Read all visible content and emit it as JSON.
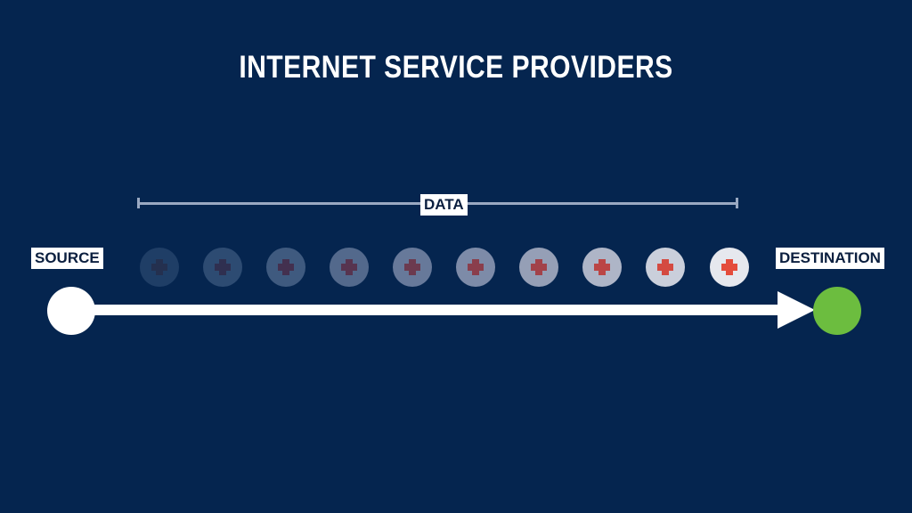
{
  "title": "INTERNET SERVICE PROVIDERS",
  "bracket": {
    "label": "DATA",
    "color": "#9aa9c2"
  },
  "source": {
    "label": "SOURCE",
    "color": "#ffffff"
  },
  "destination": {
    "label": "DESTINATION",
    "color": "#6cbd3f"
  },
  "background_color": "#05254f",
  "packets": [
    {
      "icon": "plus-icon",
      "bg": "#1f3e66",
      "fg": "#24304f"
    },
    {
      "icon": "plus-icon",
      "bg": "#2d4b72",
      "fg": "#2f2f50"
    },
    {
      "icon": "plus-icon",
      "bg": "#3f5a7f",
      "fg": "#43304f"
    },
    {
      "icon": "plus-icon",
      "bg": "#53698c",
      "fg": "#57344f"
    },
    {
      "icon": "plus-icon",
      "bg": "#67799a",
      "fg": "#6c3a4f"
    },
    {
      "icon": "plus-icon",
      "bg": "#7d8ba8",
      "fg": "#8a3e4c"
    },
    {
      "icon": "plus-icon",
      "bg": "#959fb6",
      "fg": "#a2424a"
    },
    {
      "icon": "plus-icon",
      "bg": "#aeb5c7",
      "fg": "#bb4545"
    },
    {
      "icon": "plus-icon",
      "bg": "#cacfdb",
      "fg": "#d44a41"
    },
    {
      "icon": "plus-icon",
      "bg": "#e6e8ee",
      "fg": "#e44c3c"
    }
  ]
}
